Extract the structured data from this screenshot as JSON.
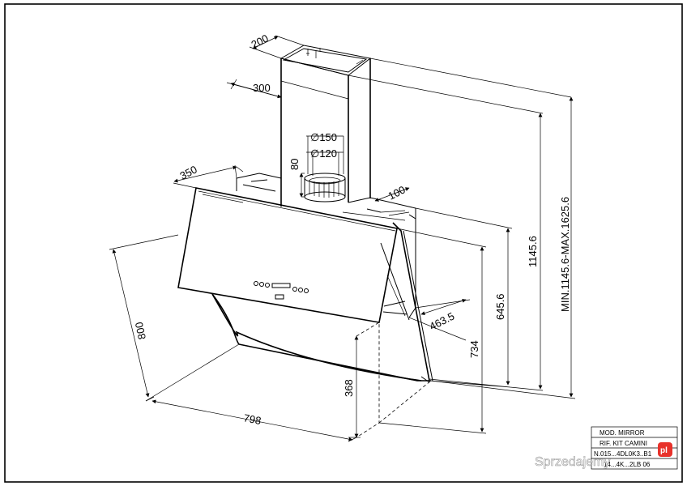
{
  "dimensions": {
    "d200": "200",
    "d300": "300",
    "d150": "150",
    "d120": "120",
    "d80": "80",
    "d350": "350",
    "d100": "100",
    "d463": "463.5",
    "d645": "645.6",
    "d1145": "1145.6",
    "dminmax": "MIN.1145.6-MAX.1625.6",
    "d734": "734",
    "d368": "368",
    "d800": "800",
    "d798": "798"
  },
  "diameter_symbol": "∅",
  "title_block": {
    "row1": "MOD. MIRROR",
    "row2": "RIF. KIT CAMINI",
    "row3": "N.015...4DL0K3..B1",
    "row4": "14...4K...2LB  06"
  },
  "watermark": {
    "text": "Sprzedajemy",
    "badge": "pl"
  },
  "colors": {
    "line": "#000000",
    "background": "#ffffff",
    "watermark_badge": "#e8322b"
  }
}
